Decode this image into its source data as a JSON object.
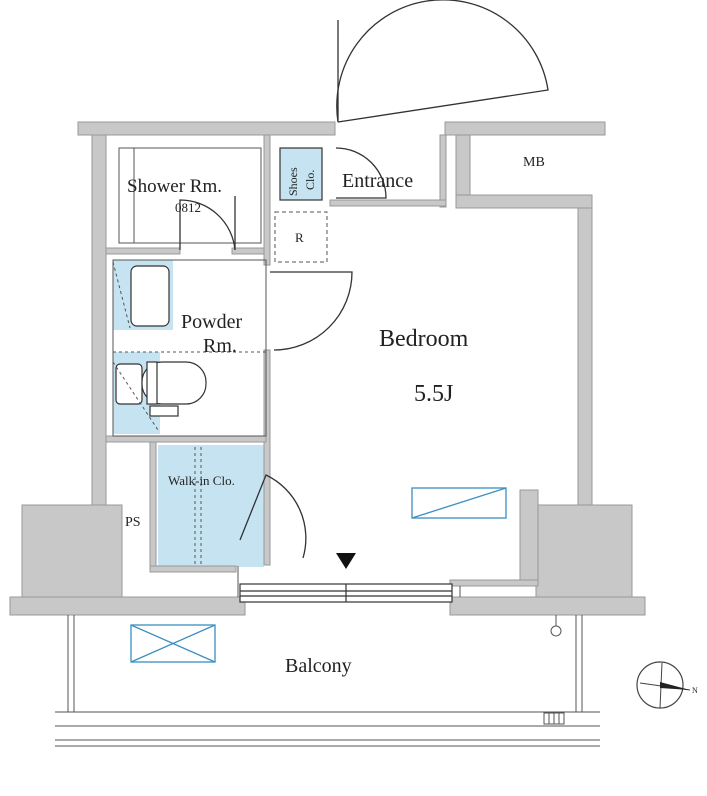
{
  "rooms": {
    "shower": "Shower Rm.",
    "shower_code": "0812",
    "shoes_closet_line1": "Shoes",
    "shoes_closet_line2": "Clo.",
    "entrance": "Entrance",
    "mb": "MB",
    "refrigerator": "R",
    "powder_line1": "Powder",
    "powder_line2": "Rm.",
    "bedroom": "Bedroom",
    "bedroom_size": "5.5J",
    "walkin": "Walk-in Clo.",
    "ps": "PS",
    "balcony": "Balcony"
  },
  "compass": {
    "north_label": "N"
  },
  "colors": {
    "wall": "#c8c8c8",
    "wall_edge": "#999999",
    "wet_area": "#c6e3f2",
    "line": "#333333",
    "accent_line": "#3a8fc0"
  }
}
